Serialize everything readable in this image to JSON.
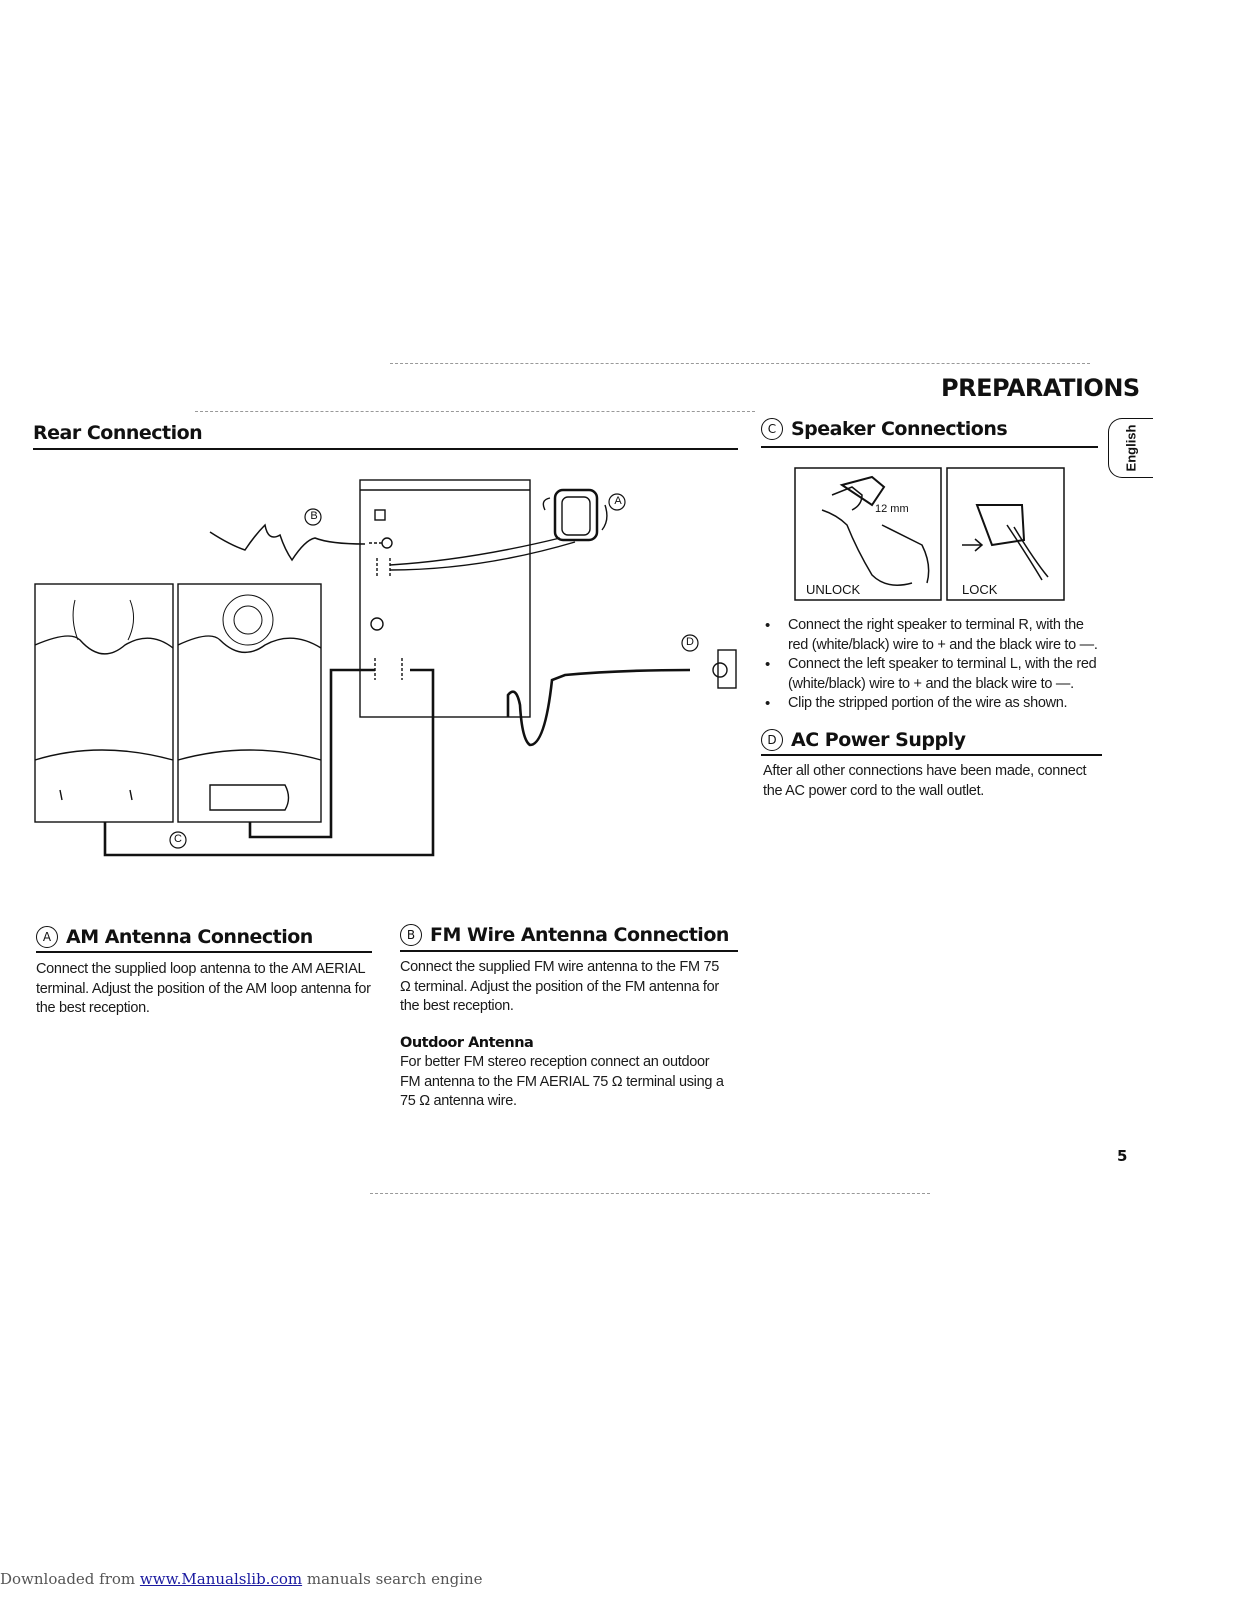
{
  "header": {
    "title": "PREPARATIONS",
    "language_tab": "English"
  },
  "rear": {
    "title": "Rear Connection",
    "label_a": "A",
    "label_b": "B",
    "label_c": "C",
    "label_d": "D"
  },
  "speaker": {
    "marker": "C",
    "title": "Speaker Connections",
    "unlock_label": "UNLOCK",
    "lock_label": "LOCK",
    "measure_label": "12 mm",
    "bullets": [
      "Connect the right speaker to terminal R, with the red (white/black) wire to + and the black wire to —.",
      "Connect the left speaker to terminal L, with the red (white/black) wire to + and the black wire to —.",
      "Clip the stripped portion of the wire as shown."
    ]
  },
  "ac": {
    "marker": "D",
    "title": "AC Power Supply",
    "text": "After all other connections have been made, connect the AC power cord to the wall outlet."
  },
  "am": {
    "marker": "A",
    "title": "AM Antenna Connection",
    "text": "Connect the supplied loop antenna to the AM AERIAL terminal. Adjust the position of the AM loop antenna for the best reception."
  },
  "fm": {
    "marker": "B",
    "title": "FM Wire Antenna Connection",
    "text": "Connect the supplied FM wire antenna to the FM 75 Ω terminal. Adjust the position of the FM antenna for the best reception.",
    "outdoor_title": "Outdoor Antenna",
    "outdoor_text": "For better FM stereo reception connect an outdoor FM antenna to the FM AERIAL 75 Ω terminal using a 75 Ω antenna wire."
  },
  "page_number": "5",
  "footer": {
    "prefix": "Downloaded from ",
    "link": "www.Manualslib.com",
    "suffix": " manuals search engine"
  }
}
